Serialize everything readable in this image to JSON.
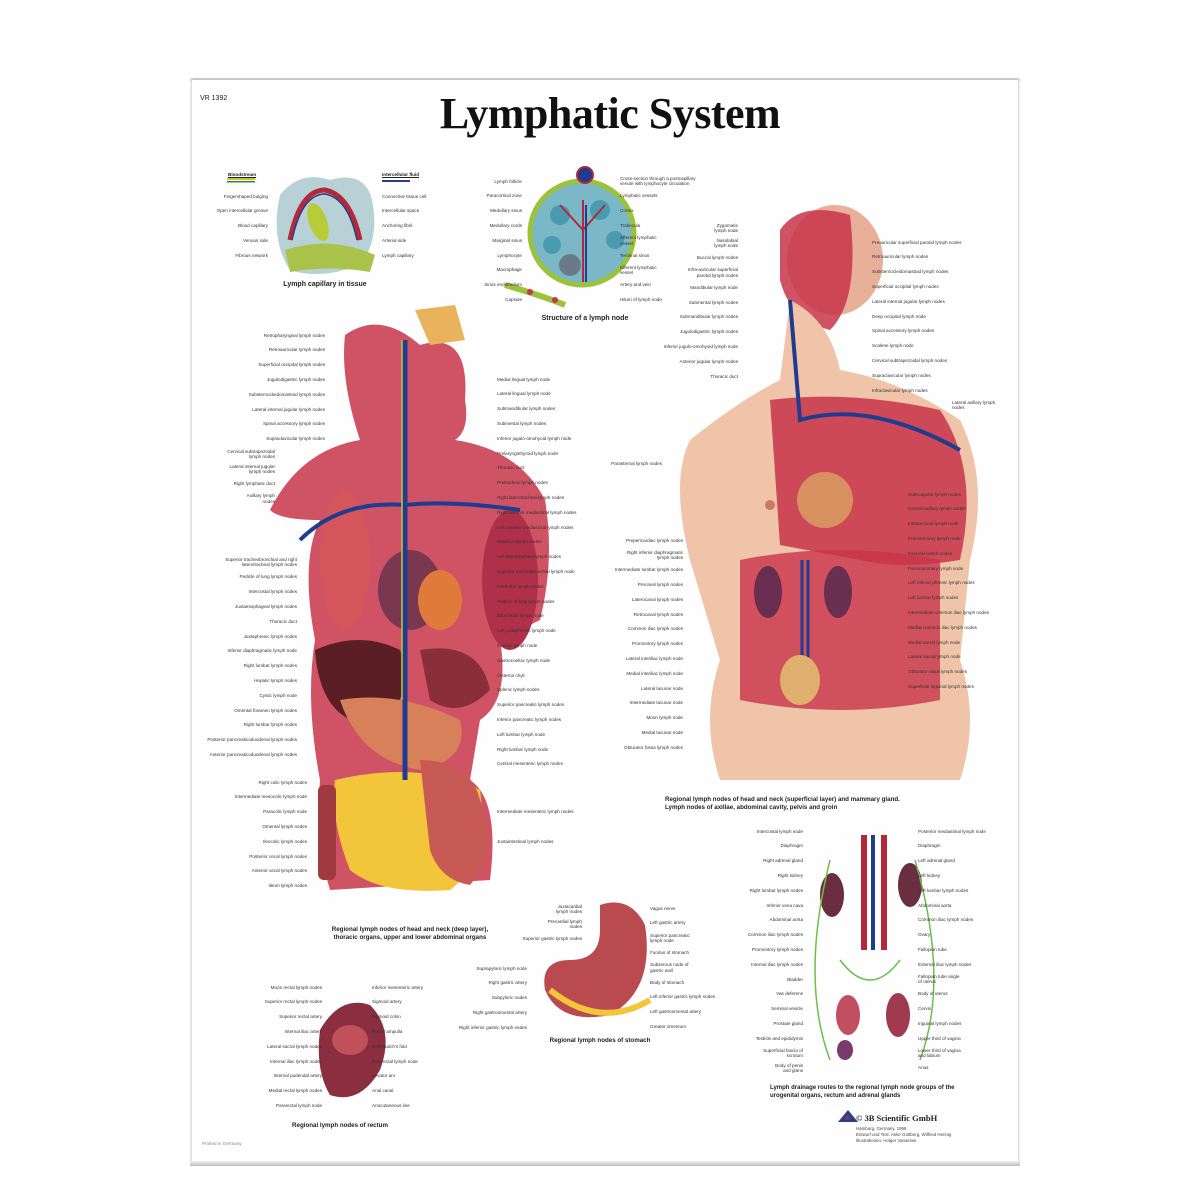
{
  "poster": {
    "code": "VR 1392",
    "title": "Lymphatic System",
    "printed": "Printed in Germany",
    "publisher": "© 3B Scientific GmbH",
    "credits": "Hamburg, Germany, 1998\nEntwurf und Text: Anke Gottberg, Wilfried Hennig\nIllustrationen: Holger Vanselow",
    "logo_text": "3B"
  },
  "colors": {
    "muscle": "#c8344a",
    "vein": "#1f3c8f",
    "node": "#c9c23a",
    "skin": "#f0c4a8",
    "liver": "#5a1e24",
    "intestine": "#c85a55",
    "fat": "#f2c53a"
  },
  "capillary": {
    "legend_left": "Bloodstream",
    "legend_right": "Intercellular fluid",
    "left": [
      "Fingershaped bulging",
      "Open intercellular groove",
      "Blood capillary",
      "Venous side",
      "Fibrous network"
    ],
    "right": [
      "Connective tissue cell",
      "Intercellular space",
      "Anchoring fibril",
      "Arterial side",
      "Lymph capillary"
    ],
    "caption": "Lymph capillary in tissue"
  },
  "lymph_node": {
    "left": [
      "Lymph follicle",
      "Paracortical zone",
      "Medullary sinus",
      "Medullary cords",
      "Marginal sinus",
      "Lymphocyte",
      "Macrophage",
      "Sinus endothelium",
      "Capsule"
    ],
    "right": [
      "Cross-section through a postcapillary\nvenule with lymphocyte circulation",
      "Lymphatic vessels",
      "Cortex",
      "Trabecula",
      "Afferent lymphatic\nvessel",
      "Terminal sinus",
      "Efferent lymphatic\nvessel",
      "Artery and vein",
      "Hilum of lymph node"
    ],
    "caption": "Structure of a lymph node"
  },
  "deep": {
    "left_a": [
      "Retropharyngeal lymph nodes",
      "Retroauricular lymph nodes",
      "Superficial occipital lymph nodes",
      "Jugulodigastric lymph nodes",
      "Substernocleidomastoid lymph nodes",
      "Lateral internal jugular lymph nodes",
      "Spinal accessory lymph nodes",
      "Supraclavicular lymph nodes"
    ],
    "left_b": [
      "Cervical subtrapezoidal\nlymph nodes",
      "Lateral internal jugular\nlymph nodes",
      "Right lymphatic duct",
      "Axillary lymph\nnodes"
    ],
    "left_c": [
      "Superior tracheobronchial and right\nlaterotracheal lymph nodes",
      "Pedicle of lung lymph nodes",
      "Intercostal lymph nodes",
      "Juxtaesophageal lymph nodes",
      "Thoracic duct",
      "Juxtaphrenic lymph nodes",
      "Inferior diaphragmatic lymph node",
      "Right lumbar lymph nodes",
      "Hepatic lymph nodes",
      "Cystic lymph node",
      "Omental foramen lymph nodes",
      "Right lumbar lymph nodes",
      "Posterior pancreaticoduodenal lymph nodes",
      "Anterior pancreaticoduodenal lymph nodes"
    ],
    "left_d": [
      "Right colic lymph nodes",
      "Intermediate mesocolic lymph node",
      "Paracolic lymph node",
      "Omental lymph nodes",
      "Ileocolic lymph nodes",
      "Posterior cecal lymph nodes",
      "Anterior cecal lymph nodes",
      "Ileum lymph nodes"
    ],
    "right_a": [
      "Medial lingual lymph node",
      "Lateral lingual lymph node",
      "Submandibular lymph nodes",
      "Submental lymph nodes",
      "Inferior jugulo-omohyoid lymph node",
      "Prelaryngothyroid lymph node",
      "Thoracic duct",
      "Pretracheal lymph nodes",
      "Right laterotracheal lymph nodes",
      "Right anterior mediastinal lymph nodes",
      "Left anterior mediastinal lymph nodes",
      "Botallo's lymph nodes",
      "Left laterotracheal lymph nodes",
      "Superior tracheobronchial lymph node",
      "Interlobar lymph nodes",
      "Pedicle of lung lymph nodes",
      "Bifurcation lymph node",
      "Left juxtaphrenic lymph node",
      "Coeliac lymph node",
      "Gastrocoeliac lymph node",
      "Cisterna chyli",
      "Splenic lymph nodes",
      "Superior pancreatic lymph nodes",
      "Inferior pancreatic lymph nodes",
      "Left lumbar lymph node",
      "Right lumbar lymph node",
      "Central mesenteric lymph nodes"
    ],
    "right_b": [
      "Intermediate mesenteric lymph nodes"
    ],
    "right_c": [
      "Juxtaintestinal lymph nodes"
    ],
    "caption": "Regional lymph nodes of head and neck (deep layer),\nthoracic organs, upper and lower abdominal organs"
  },
  "superficial": {
    "left_a": [
      "Zygomatic\nlymph node",
      "Nasolabial\nlymph node",
      "Buccal lymph nodes",
      "Infra-auricular superficial\nparotid lymph nodes",
      "Mandibular lymph node",
      "Submental lymph nodes",
      "Submandibular lymph nodes",
      "Jugulodigastric lymph nodes",
      "Inferior jugulo-omohyoid lymph node",
      "Anterior jugular lymph nodes",
      "Thoracic duct"
    ],
    "parasternal": [
      "Parasternal lymph nodes"
    ],
    "left_b": [
      "Prepericardiac lymph nodes",
      "Right inferior diaphragmatic\nlymph nodes",
      "Intermediate lumbar lymph nodes",
      "Precaval lymph nodes",
      "Laterocaval lymph nodes",
      "Retrocaval lymph nodes",
      "Common iliac lymph nodes",
      "Promontory lymph nodes",
      "Lateral interiliac lymph node",
      "Medial interiliac lymph node",
      "Lateral lacunar node",
      "Intermediate lacunar node",
      "Moon lymph node",
      "Medial lacunar node",
      "Obturator fossa lymph nodes"
    ],
    "right_a": [
      "Preauricular superficial parotid lymph nodes",
      "Retroauricular lymph nodes",
      "Substernocleidomastoid lymph nodes",
      "Superficial occipital lymph nodes",
      "Lateral internal jugular lymph nodes",
      "Deep occipital lymph node",
      "Spinal accessory lymph nodes",
      "Scalene lymph node",
      "Cervical subtrapezoidal lymph nodes",
      "Supraclavicular lymph nodes",
      "Infraclavicular lymph nodes"
    ],
    "right_axillary": [
      "Lateral axillary lymph\nnodes"
    ],
    "right_b": [
      "Subscapular lymph nodes",
      "Central axillary lymph nodes",
      "Interpectoral lymph node",
      "Premammary lymph node",
      "Pectoral lymph nodes",
      "Paramammary lymph node",
      "Left inferior phrenic lymph nodes",
      "Left lumbar lymph nodes",
      "Intermediate common iliac lymph nodes",
      "Medial common iliac lymph nodes",
      "Medial sacral lymph node",
      "Lateral sacral lymph node",
      "Obturator canal lymph nodes",
      "Superficial inguinal lymph nodes"
    ],
    "caption": "Regional lymph nodes of head and neck (superficial layer) and mammary gland.\nLymph nodes of axillae, abdominal cavity, pelvis and groin"
  },
  "stomach": {
    "left_a": [
      "Juxtacardial\nlymph nodes",
      "Precardial lymph\nnodes",
      "Superior gastric lymph nodes"
    ],
    "left_b": [
      "Suprapyloric lymph node",
      "Right gastric artery",
      "Subpyloric nodes",
      "Right gastroomental artery",
      "Right inferior gastric lymph nodes"
    ],
    "right": [
      "Vagus nerve",
      "Left gastric artery",
      "Superior pancreatic\nlymph node",
      "Fundus of stomach",
      "Subserous node of\ngastric wall",
      "Body of stomach",
      "Left inferior gastric lymph nodes",
      "Left gastroomental artery",
      "Greater omentum"
    ],
    "caption": "Regional lymph nodes of stomach"
  },
  "rectum": {
    "left": [
      "Moon rectal lymph nodes",
      "Superior rectal lymph nodes",
      "Superior rectal artery",
      "Internal iliac artery",
      "Lateral sacral lymph nodes",
      "Internal iliac lymph nodes",
      "Internal pudendal artery",
      "Medial rectal lymph nodes",
      "Pararectal lymph node"
    ],
    "right": [
      "Inferior mesenteric artery",
      "Sigmoid artery",
      "Sigmoid colon",
      "Rectal ampulla",
      "Kohlrausch's fold",
      "Pararectal lymph node",
      "Levator ani",
      "Anal canal",
      "Anocutaneous line"
    ],
    "caption": "Regional lymph nodes of rectum"
  },
  "urogenital": {
    "left": [
      "Intercostal lymph node",
      "Diaphragm",
      "Right adrenal gland",
      "Right kidney",
      "Right lumbar lymph nodes",
      "Inferior vena cava",
      "Abdominal aorta",
      "Common iliac lymph nodes",
      "Promontory lymph nodes",
      "Internal iliac lymph nodes",
      "Bladder",
      "Vas deferens",
      "Seminal vesicle",
      "Prostate gland",
      "Testicle and epididymis",
      "Superficial fascia of\nscrotum",
      "Body of penis\nand glans"
    ],
    "right": [
      "Posterior mediastinal lymph node",
      "Diaphragm",
      "Left adrenal gland",
      "Left kidney",
      "Left lumbar lymph nodes",
      "Abdominal aorta",
      "Common iliac lymph nodes",
      "Ovary",
      "Fallopian tube",
      "External iliac lymph nodes",
      "Fallopian tube angle\nof uterus",
      "Body of uterus",
      "Cervix",
      "Inguinal lymph nodes",
      "Upper third of vagina",
      "Lower third of vagina\nand labium",
      "Anus"
    ],
    "caption": "Lymph drainage routes to the regional lymph node groups of the\nurogenital organs, rectum and adrenal glands"
  }
}
